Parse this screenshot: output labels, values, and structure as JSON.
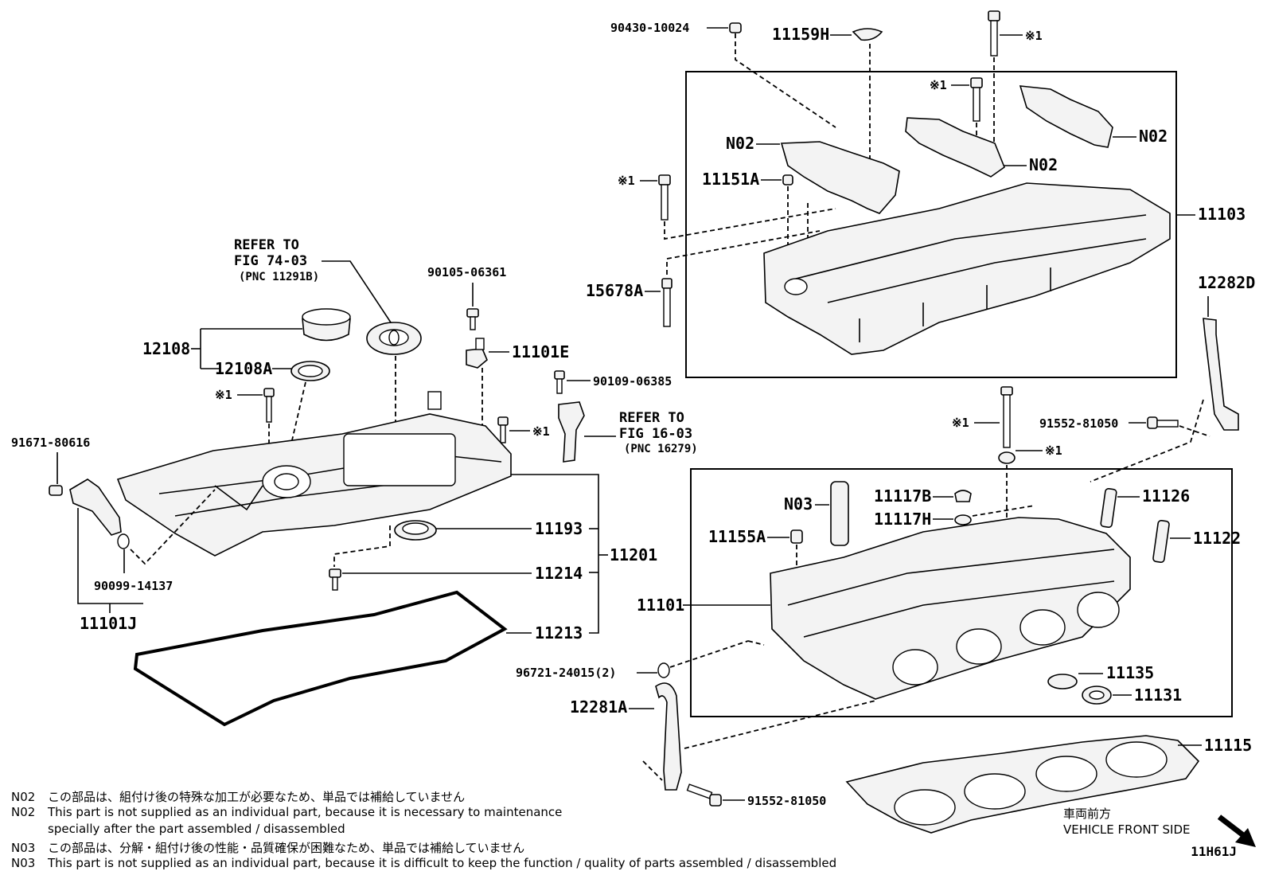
{
  "labels": {
    "p90430": "90430-10024",
    "p11159H": "11159H",
    "star1_top": "※1",
    "star1_cap": "※1",
    "n02_a": "N02",
    "n02_b": "N02",
    "n02_c": "N02",
    "star1_left": "※1",
    "p11151A": "11151A",
    "p11103": "11103",
    "p15678A": "15678A",
    "p12282D": "12282D",
    "ref74_1": "REFER TO",
    "ref74_2": "FIG 74-03",
    "ref74_3": "(PNC 11291B)",
    "p90105": "90105-06361",
    "p12108": "12108",
    "p12108A": "12108A",
    "p11101E": "11101E",
    "p90109": "90109-06385",
    "star1_cover": "※1",
    "star1_cover_r": "※1",
    "ref16_1": "REFER TO",
    "ref16_2": "FIG 16-03",
    "ref16_3": "(PNC 16279)",
    "star1_head_bolt": "※1",
    "p91552_top": "91552-81050",
    "star1_washer": "※1",
    "p91671": "91671-80616",
    "n03": "N03",
    "p11117B": "11117B",
    "p11126": "11126",
    "p11117H": "11117H",
    "p11122": "11122",
    "p11155A": "11155A",
    "p11193": "11193",
    "p11201": "11201",
    "p90099": "90099-14137",
    "p11214": "11214",
    "p11101": "11101",
    "p11101J": "11101J",
    "p11213": "11213",
    "p96721": "96721-24015(2)",
    "p11135": "11135",
    "p11131": "11131",
    "p12281A": "12281A",
    "p11115": "11115",
    "p91552_bot": "91552-81050"
  },
  "notes": [
    {
      "code": "N02",
      "text": "この部品は、組付け後の特殊な加工が必要なため、単品では補給していません",
      "cont": ""
    },
    {
      "code": "N02",
      "text": "This part is not supplied as an individual part, because it is necessary to maintenance",
      "cont": "specially after the part assembled / disassembled"
    },
    {
      "code": "N03",
      "text": "この部品は、分解・組付け後の性能・品質確保が困難なため、単品では補給していません",
      "cont": ""
    },
    {
      "code": "N03",
      "text": "This part is not supplied as an individual part, because it is difficult to keep the function / quality of parts  assembled / disassembled",
      "cont": ""
    }
  ],
  "front": {
    "jp": "車両前方",
    "en": "VEHICLE FRONT SIDE"
  },
  "figure_code": "11H61J"
}
